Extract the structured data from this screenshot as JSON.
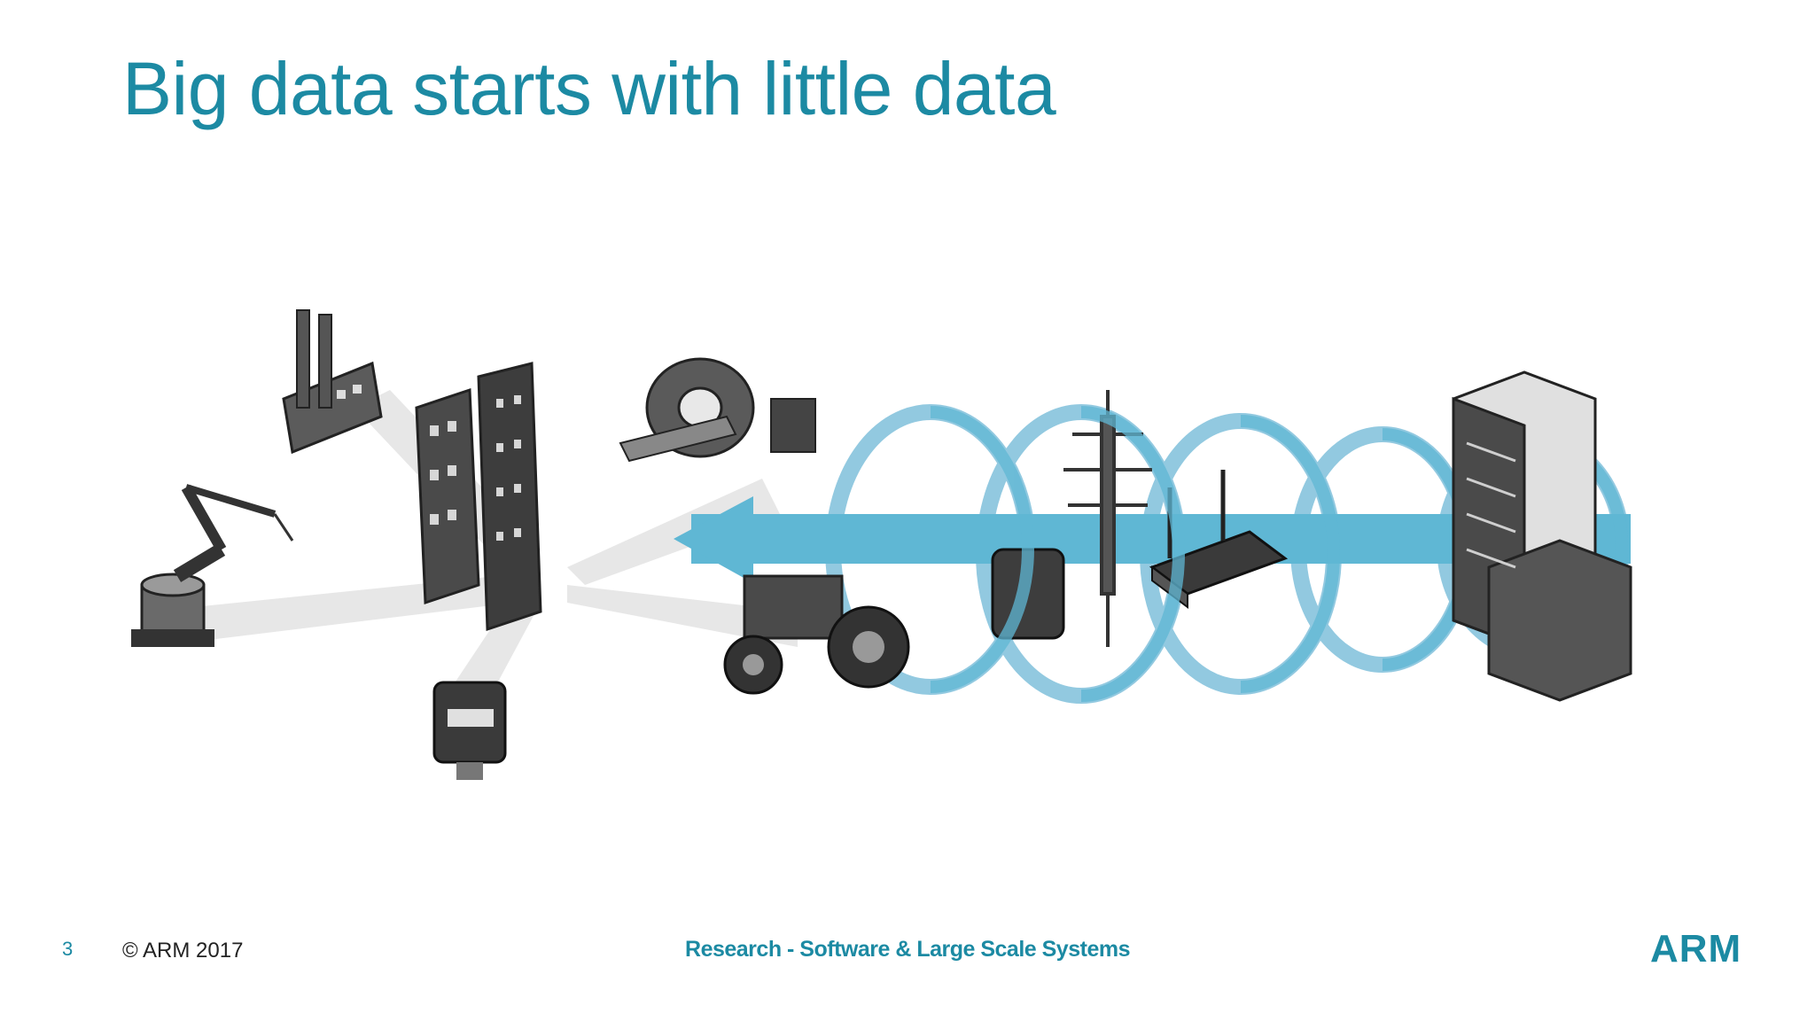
{
  "slide": {
    "title": "Big data starts with little data",
    "page_number": "3",
    "copyright": "© ARM 2017",
    "footer_center": "Research - Software & Large Scale Systems",
    "logo_text": "ARM"
  },
  "colors": {
    "title": "#1c8aa3",
    "arrow": "#5fb7d4",
    "ring": "#7fc0db",
    "ring_light": "#bfe0ee",
    "device_dark": "#3b3b3b",
    "device_mid": "#7a7a7a",
    "device_light": "#d8d8d8",
    "beam": "#e6e6e6"
  },
  "illustration": {
    "icons": [
      "robot-arm-icon",
      "factory-icon",
      "office-buildings-icon",
      "mri-scanner-icon",
      "smart-meter-icon",
      "tractor-icon",
      "gateway-icon",
      "cell-tower-icon",
      "wifi-router-icon",
      "server-rack-icon"
    ]
  }
}
